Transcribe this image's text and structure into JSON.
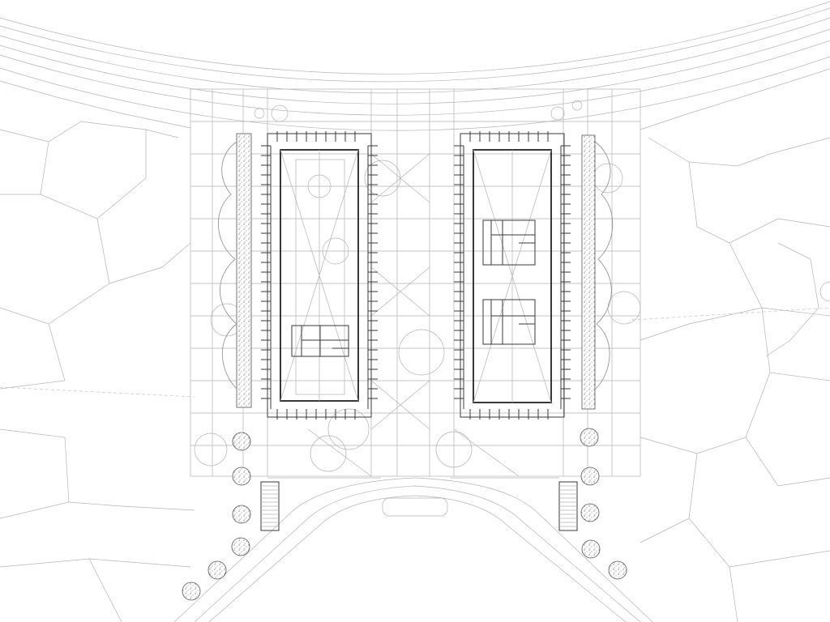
{
  "drawing": {
    "kind": "site-plan",
    "line_color": "#3a3a3a",
    "light_line_color": "#b4b4b4",
    "background": "#ffffff"
  },
  "buildings": [
    {
      "id": "west",
      "cores": 1
    },
    {
      "id": "east",
      "cores": 2
    }
  ]
}
